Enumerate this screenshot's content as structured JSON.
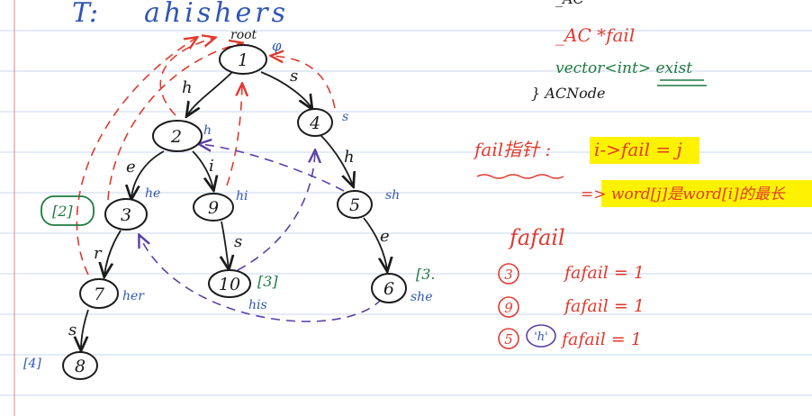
{
  "header": {
    "prefix": "T:",
    "word": "ahishers"
  },
  "colors": {
    "paper": "#ffffff",
    "ruled_line": "#c9d4ef",
    "margin_line": "#e59a9a",
    "ink_black": "#1b1b1b",
    "ink_blue": "#2f56b5",
    "ink_red": "#e03a2e",
    "ink_green": "#1f7a3f",
    "ink_purple": "#5b3fa8",
    "highlight": "#fff200"
  },
  "code_note": {
    "line_top_fragment": "_AC",
    "line1": "_AC *fail",
    "line2_prefix": "vector<int> ",
    "line2_underlined": "exist",
    "line3": "} ACNode"
  },
  "fail_def": {
    "label": "fail指针 :",
    "formula": "i->fail = j",
    "explanation": "=> word[j]是word[i]的最长"
  },
  "fafail": {
    "heading": "fafail",
    "rows": [
      {
        "node": "3",
        "text": "fafail = 1"
      },
      {
        "node": "9",
        "text": "fafail = 1"
      },
      {
        "node": "5",
        "extra": "'h'",
        "text": "fafail = 1"
      }
    ]
  },
  "trie": {
    "root_label": "root",
    "root_fail": "φ",
    "nodes": [
      {
        "id": "1",
        "word": ""
      },
      {
        "id": "2",
        "word": "h"
      },
      {
        "id": "4",
        "word": "s"
      },
      {
        "id": "3",
        "word": "he"
      },
      {
        "id": "9",
        "word": "hi"
      },
      {
        "id": "5",
        "word": "sh"
      },
      {
        "id": "7",
        "word": "her"
      },
      {
        "id": "10",
        "word": "his"
      },
      {
        "id": "6",
        "word": "she"
      },
      {
        "id": "8",
        "word": ""
      }
    ],
    "edges": [
      {
        "from": "1",
        "to": "2",
        "char": "h"
      },
      {
        "from": "1",
        "to": "4",
        "char": "s"
      },
      {
        "from": "2",
        "to": "3",
        "char": "e"
      },
      {
        "from": "2",
        "to": "9",
        "char": "i"
      },
      {
        "from": "4",
        "to": "5",
        "char": "h"
      },
      {
        "from": "3",
        "to": "7",
        "char": "r"
      },
      {
        "from": "9",
        "to": "10",
        "char": "s"
      },
      {
        "from": "5",
        "to": "6",
        "char": "e"
      },
      {
        "from": "7",
        "to": "8",
        "char": "s"
      }
    ],
    "tags": [
      {
        "node": "3",
        "text": "[2]"
      },
      {
        "node": "10",
        "text": "[3]"
      },
      {
        "node": "6",
        "text": "[3."
      },
      {
        "node": "8",
        "text": "[4]"
      }
    ]
  }
}
